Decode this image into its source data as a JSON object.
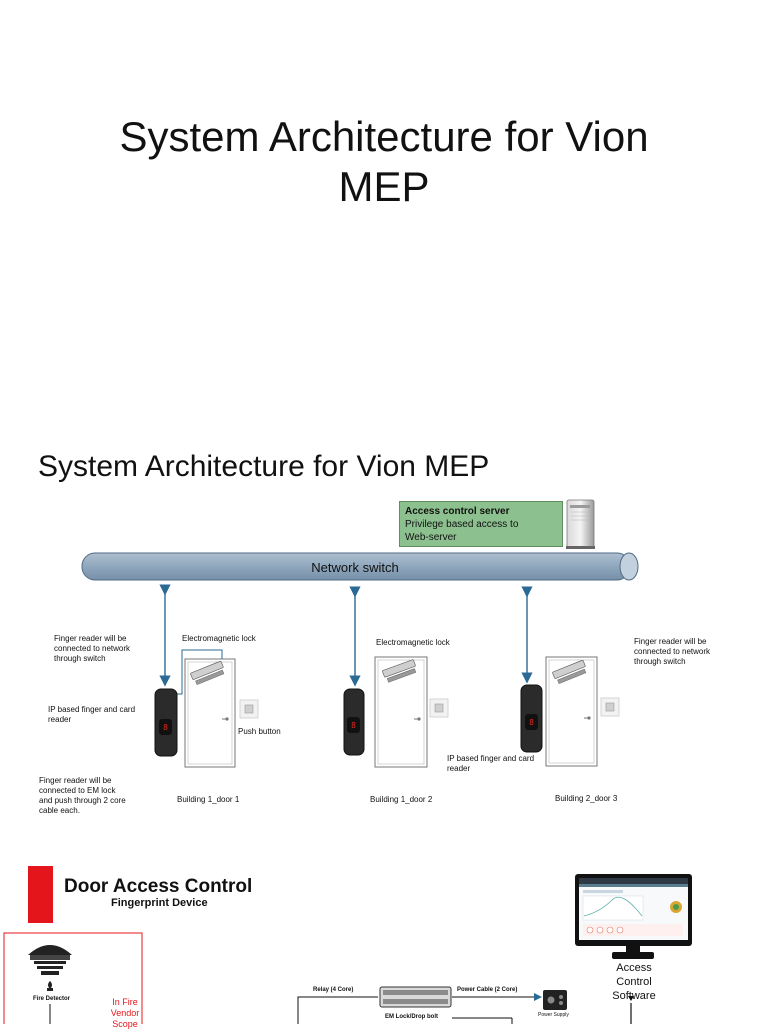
{
  "slide1": {
    "title_line1": "System Architecture for Vion",
    "title_line2": "MEP"
  },
  "slide2": {
    "title": "System Architecture for Vion MEP",
    "server": {
      "title": "Access control server",
      "desc_line1": "Privilege based access to",
      "desc_line2": "Web-server"
    },
    "network_switch": "Network switch",
    "notes": {
      "left_top": [
        "Finger reader will be",
        "connected to network",
        "through switch"
      ],
      "right_top": [
        "Finger reader will be",
        "connected to network",
        "through switch"
      ],
      "ip_reader_left": [
        "IP based finger and card",
        "reader"
      ],
      "ip_reader_right": [
        "IP based finger and card",
        "reader"
      ],
      "bottom_left": [
        "Finger reader will be",
        "connected to EM lock",
        "and push through 2 core",
        "cable each."
      ]
    },
    "labels": {
      "em_lock_1": "Electromagnetic lock",
      "em_lock_2": "Electromagnetic lock",
      "push_button": "Push button",
      "door_1": "Building 1_door 1",
      "door_2": "Building 1_door 2",
      "door_3": "Building 2_door 3"
    },
    "colors": {
      "arrow": "#2a6a95",
      "switch_fill": "#8fa7bd",
      "server_fill": "#8dc08f"
    }
  },
  "slide3": {
    "title": "Door Access Control",
    "subtitle": "Fingerprint  Device",
    "fire_detector": "Fire Detector",
    "fire_vendor": [
      "In Fire",
      "Vendor",
      "Scope"
    ],
    "relay": "Relay (4 Core)",
    "power_cable": "Power Cable (2 Core)",
    "power_supply": "Power Supply",
    "em_lock": "EM Lock/Drop bolt",
    "software": [
      "Access",
      "Control",
      "Software"
    ],
    "colors": {
      "accent": "#e4161c"
    }
  }
}
